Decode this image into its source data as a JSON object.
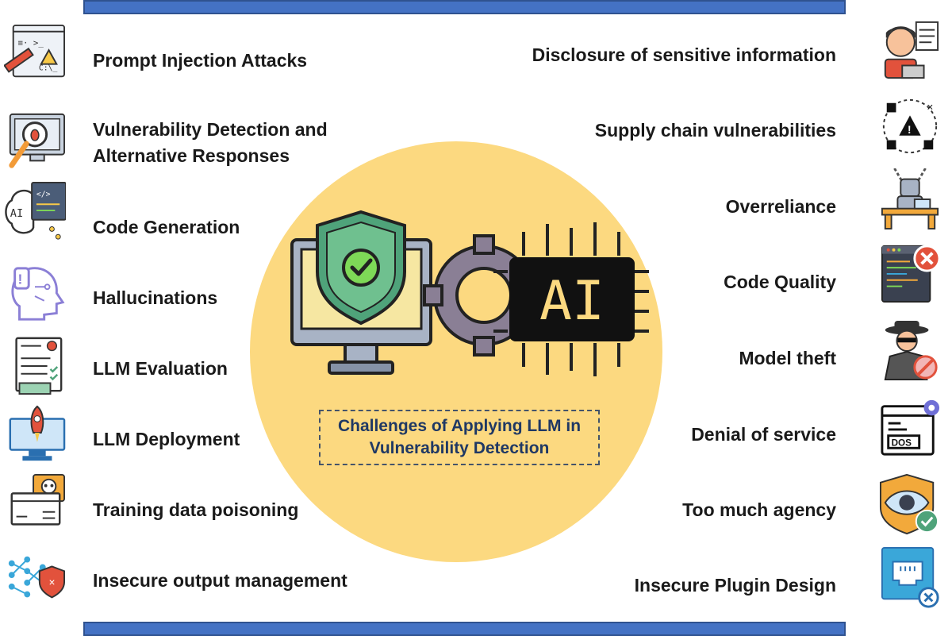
{
  "left_items": [
    {
      "label": "Prompt Injection Attacks",
      "icon": "syringe-terminal-icon"
    },
    {
      "label_line1": "Vulnerability Detection and",
      "label_line2": "Alternative Responses",
      "icon": "bug-magnifier-icon"
    },
    {
      "label": "Code Generation",
      "icon": "ai-brain-code-icon"
    },
    {
      "label": "Hallucinations",
      "icon": "head-alert-icon"
    },
    {
      "label": "LLM Evaluation",
      "icon": "checklist-document-icon"
    },
    {
      "label": "LLM Deployment",
      "icon": "rocket-monitor-icon"
    },
    {
      "label": "Training data poisoning",
      "icon": "skull-browser-icon"
    },
    {
      "label": "Insecure output management",
      "icon": "neural-shield-icon"
    }
  ],
  "right_items": [
    {
      "label": "Disclosure of sensitive information",
      "icon": "person-document-icon"
    },
    {
      "label": "Supply chain vulnerabilities",
      "icon": "supply-chain-warning-icon"
    },
    {
      "label": "Overreliance",
      "icon": "chained-robot-desk-icon"
    },
    {
      "label": "Code Quality",
      "icon": "code-window-error-icon"
    },
    {
      "label": "Model theft",
      "icon": "spy-forbidden-icon"
    },
    {
      "label": "Denial of service",
      "icon": "dos-browser-icon"
    },
    {
      "label": "Too much agency",
      "icon": "eye-shield-check-icon"
    },
    {
      "label": "Insecure Plugin Design",
      "icon": "network-port-error-icon"
    }
  ],
  "center": {
    "caption_line1": "Challenges of Applying LLM in",
    "caption_line2": "Vulnerability Detection",
    "chip_text": "AI",
    "icon": "monitor-shield-gear-ai-chip-icon"
  },
  "colors": {
    "bar": "#4472c4",
    "circle": "#fcd980",
    "caption_text": "#1f3864",
    "shield": "#4fa37a",
    "check": "#7ed957",
    "chip": "#111111",
    "monitor": "#a8b3c5"
  }
}
